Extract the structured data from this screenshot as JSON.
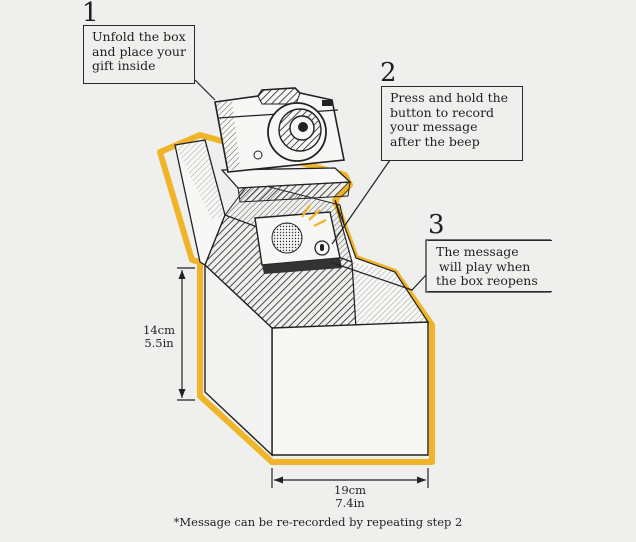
{
  "steps": [
    {
      "number": "1",
      "lines": [
        "Unfold the box",
        "and place your",
        "gift inside"
      ]
    },
    {
      "number": "2",
      "lines": [
        "Press and hold the",
        "button to record",
        "your message",
        "after the beep"
      ]
    },
    {
      "number": "3",
      "lines": [
        "The message",
        "will play when",
        "the box reopens"
      ]
    }
  ],
  "dimensions": {
    "height": {
      "metric": "14cm",
      "imperial": "5.5in"
    },
    "width": {
      "metric": "19cm",
      "imperial": "7.4in"
    }
  },
  "footnote": "*Message can be re-recorded by repeating step 2",
  "colors": {
    "background": "#efefed",
    "outline": "#f0b429",
    "ink": "#1f1f1f"
  },
  "icons": [
    "camera-icon",
    "speaker-grille-icon",
    "record-button-icon"
  ]
}
